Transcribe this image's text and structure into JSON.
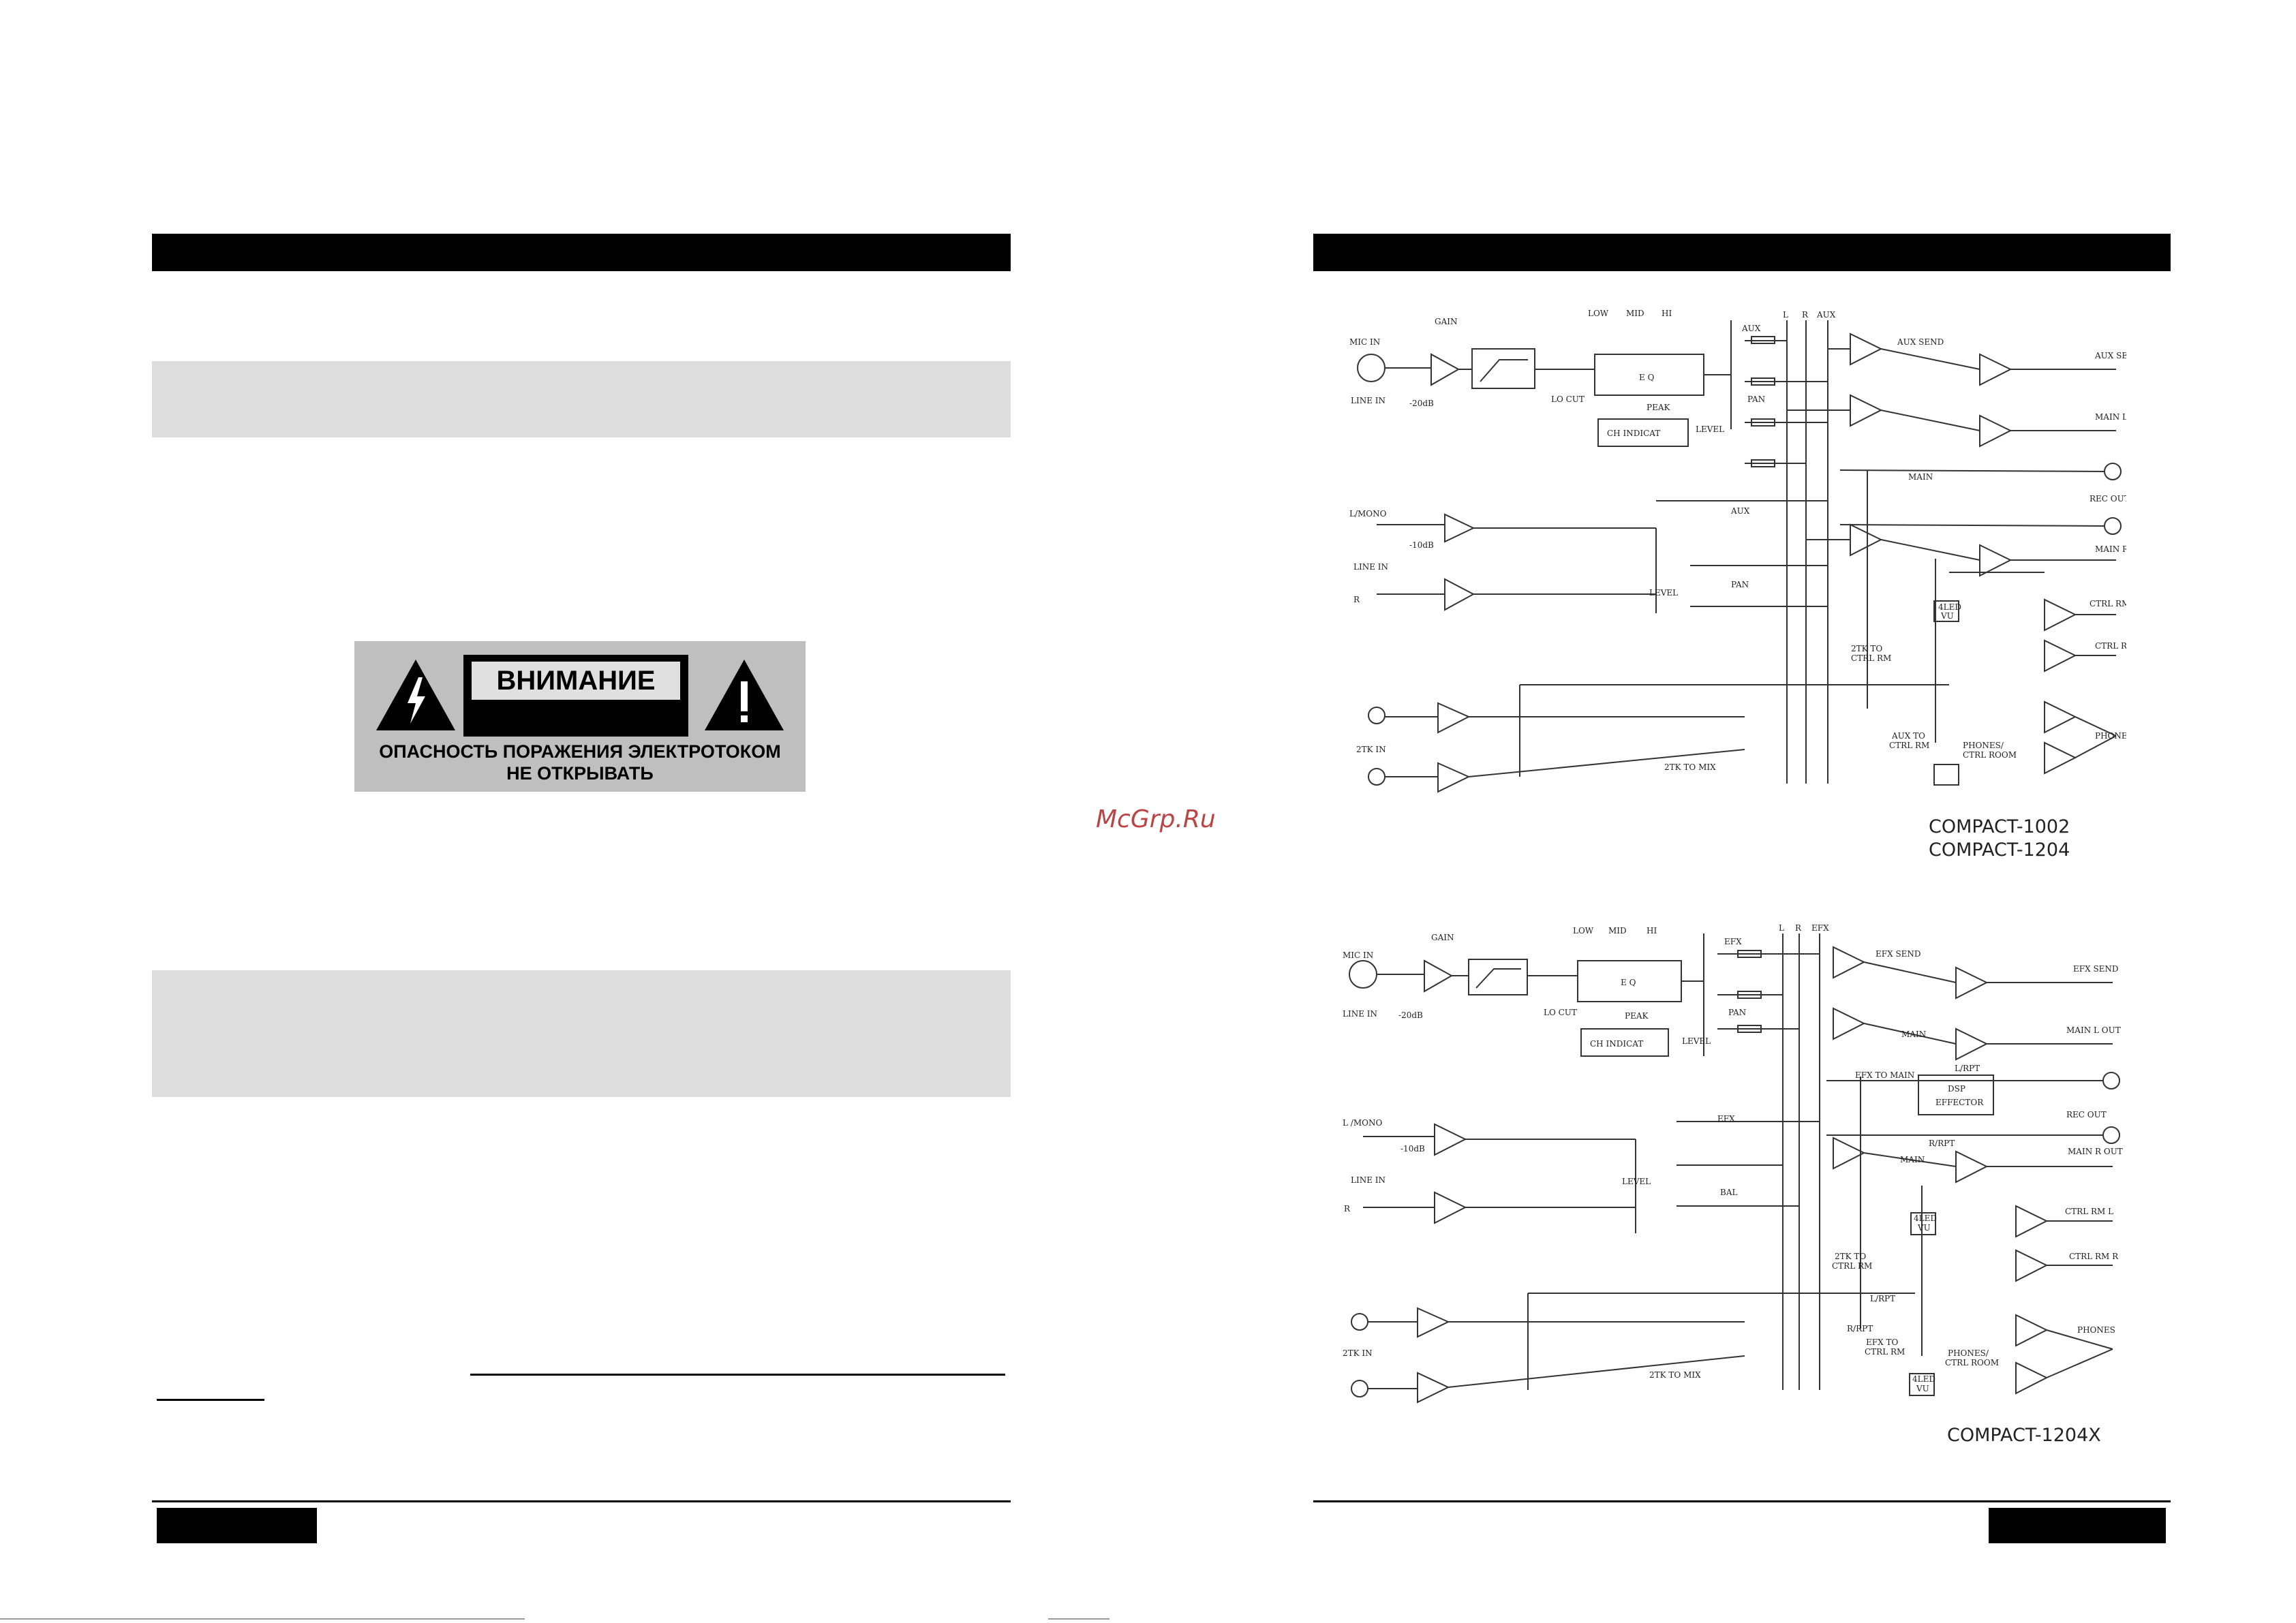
{
  "watermark": "McGrp.Ru",
  "warning": {
    "title": "ВНИМАНИЕ",
    "line1": "ОПАСНОСТЬ ПОРАЖЕНИЯ ЭЛЕКТРОТОКОМ",
    "line2": "НЕ ОТКРЫВАТЬ"
  },
  "diagram1": {
    "models": [
      "COMPACT-1002",
      "COMPACT-1204"
    ],
    "labels": {
      "mic_in": "MIC IN",
      "gain": "GAIN",
      "line_in": "LINE IN",
      "pad": "-20dB",
      "low": "LOW",
      "mid": "MID",
      "hi": "HI",
      "eq": "E Q",
      "lo_cut": "LO CUT",
      "peak": "PEAK",
      "ch_indicat": "CH INDICAT",
      "level": "LEVEL",
      "aux": "AUX",
      "pan": "PAN",
      "l": "L",
      "r": "R",
      "aux_bus": "AUX",
      "aux_send": "AUX SEND",
      "aux_send_out": "AUX SEND",
      "main_l_out": "MAIN L OUT",
      "main": "MAIN",
      "rec_out": "REC OUT",
      "main_r_out": "MAIN R OUT",
      "l_mono": "L/MONO",
      "line_in2": "LINE IN",
      "r_in": "R",
      "minus10": "-10dB",
      "level2": "LEVEL",
      "aux2": "AUX",
      "pan2": "PAN",
      "tk_to_ctrl": "2TK TO",
      "ctrl_rm": "CTRL RM",
      "led_vu": "4LED",
      "vu": "VU",
      "ctrl_rm_l": "CTRL RM L",
      "ctrl_rm_r": "CTRL RM R",
      "phones": "PHONES",
      "aux_to": "AUX TO",
      "ctrl_rm2": "CTRL RM",
      "phones_ctrl": "PHONES/",
      "ctrl_room": "CTRL ROOM",
      "tk_in": "2TK IN",
      "tk_to_mix": "2TK TO MIX"
    }
  },
  "diagram2": {
    "models": [
      "COMPACT-1204X"
    ],
    "labels": {
      "mic_in": "MIC IN",
      "gain": "GAIN",
      "line_in": "LINE IN",
      "pad": "-20dB",
      "low": "LOW",
      "mid": "MID",
      "hi": "HI",
      "eq": "E Q",
      "lo_cut": "LO CUT",
      "peak": "PEAK",
      "ch_indicat": "CH INDICAT",
      "level": "LEVEL",
      "efx": "EFX",
      "pan": "PAN",
      "l": "L",
      "r": "R",
      "efx_bus": "EFX",
      "efx_send": "EFX SEND",
      "efx_send_out": "EFX SEND",
      "main": "MAIN",
      "main_l_out": "MAIN L OUT",
      "efx_to_main": "EFX TO MAIN",
      "l_rpt": "L/RPT",
      "dsp": "DSP",
      "effector": "EFFECTOR",
      "rec_out": "REC OUT",
      "r_rpt": "R/RPT",
      "main2": "MAIN",
      "main_r_out": "MAIN R OUT",
      "l_mono": "L /MONO",
      "minus10": "-10dB",
      "line_in2": "LINE IN",
      "r_in": "R",
      "efx2": "EFX",
      "level2": "LEVEL",
      "bal": "BAL",
      "led_vu": "4LED",
      "vu": "VU",
      "ctrl_rm_l": "CTRL RM L",
      "ctrl_rm_r": "CTRL RM R",
      "tk_to": "2TK TO",
      "ctrl_rm": "CTRL RM",
      "l_rpt2": "L/RPT",
      "r_rpt2": "R/RPT",
      "efx_to": "EFX TO",
      "ctrl_rm2": "CTRL RM",
      "phones": "PHONES",
      "phones_ctrl": "PHONES/",
      "ctrl_room": "CTRL ROOM",
      "led_vu2": "4LED",
      "vu2": "VU",
      "tk_in": "2TK IN",
      "tk_to_mix": "2TK TO MIX"
    }
  }
}
